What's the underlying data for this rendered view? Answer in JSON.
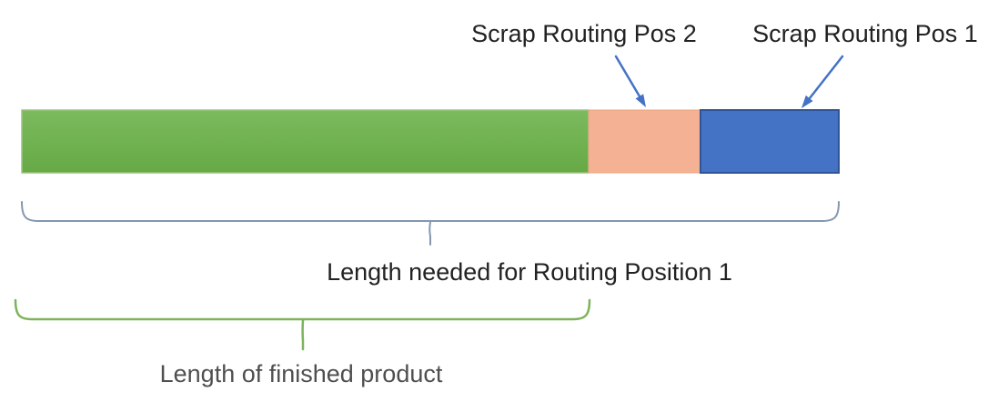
{
  "diagram": {
    "description": "material length breakdown diagram",
    "labels": {
      "scrap_pos_2": "Scrap Routing Pos 2",
      "scrap_pos_1": "Scrap Routing Pos 1",
      "routing_length": "Length needed for Routing Position 1",
      "finished_length": "Length of finished product"
    },
    "bar": {
      "segments": [
        {
          "name": "finished-product",
          "label_ref": "finished_length",
          "proportion": 0.693
        },
        {
          "name": "scrap-routing-pos-2",
          "label_ref": "scrap_pos_2",
          "proportion": 0.137
        },
        {
          "name": "scrap-routing-pos-1",
          "label_ref": "scrap_pos_1",
          "proportion": 0.17
        }
      ]
    },
    "colors": {
      "bar_green_top": "#7CBA5E",
      "bar_green_bottom": "#66A945",
      "bar_green_border": "#9CC47F",
      "bar_peach": "#F5B193",
      "bar_peach_border": "#EBA57F",
      "bar_blue": "#4472C4",
      "bar_blue_border": "#2F5597",
      "arrow_blue": "#4472C4",
      "brace_blue": "#8496B0",
      "brace_green": "#7CB35B",
      "text_dark": "#222222",
      "text_gray": "#4F4F4F"
    }
  }
}
